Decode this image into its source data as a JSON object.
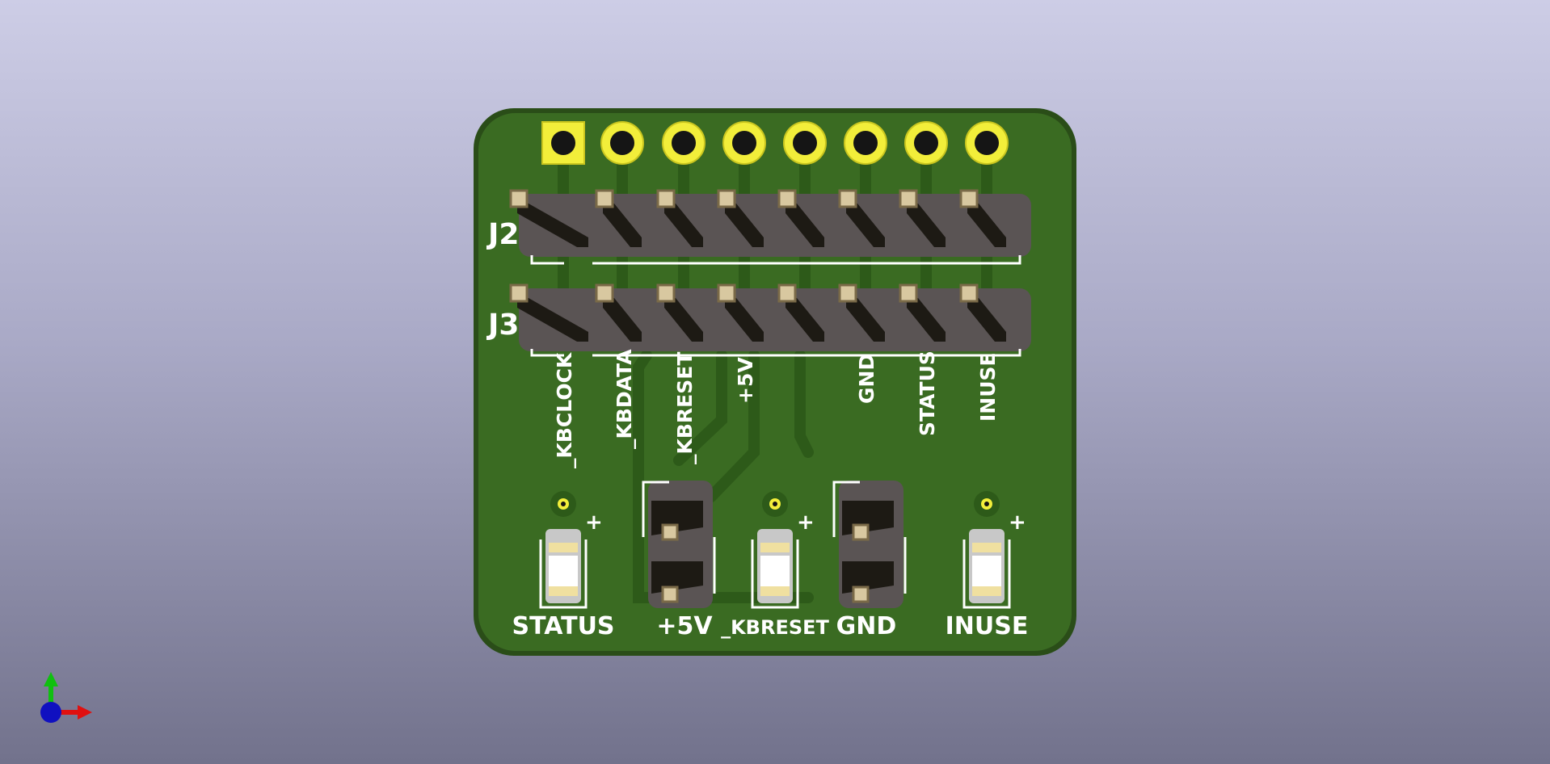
{
  "viewer": {
    "background_top": "#cdcde6",
    "background_bottom": "#72728c"
  },
  "board": {
    "pcb_color": "#3a6b22",
    "silkscreen_color": "#ffffff",
    "pad_color": "#f2ee3a",
    "refdes_j2": "J2",
    "refdes_j3": "J3",
    "signal_labels": [
      "_KBCLOCK",
      "_KBDATA",
      "_KBRESET",
      "+5V",
      "GND",
      "STATUS",
      "INUSE"
    ],
    "bottom_labels": {
      "status": "STATUS",
      "plus5v": "+5V",
      "kbreset": "_KBRESET",
      "gnd": "GND",
      "inuse": "INUSE"
    },
    "polarity_mark": "+",
    "header_pin_count": 8,
    "led_count": 3,
    "jumper_count": 2
  },
  "axis_gizmo": {
    "x_color": "#e01010",
    "y_color": "#10c010",
    "z_color": "#1010c0",
    "icon": "axis-triad-icon"
  }
}
